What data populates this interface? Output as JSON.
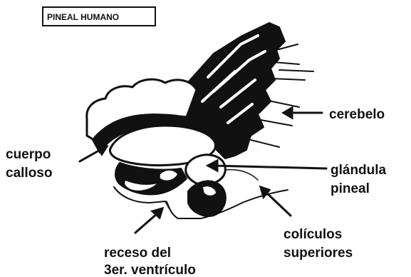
{
  "title": "PINEAL HUMANO",
  "labels": {
    "cerebelo": "cerebelo",
    "cuerpo_calloso_line1": "cuerpo",
    "cuerpo_calloso_line2": "calloso",
    "glandula_line1": "glándula",
    "glandula_line2": "pineal",
    "coliculos_line1": "colículos",
    "coliculos_line2": "superiores",
    "receso_line1": "receso del",
    "receso_line2": "3er. ventrículo"
  },
  "colors": {
    "ink": "#111111",
    "background": "#ffffff"
  }
}
